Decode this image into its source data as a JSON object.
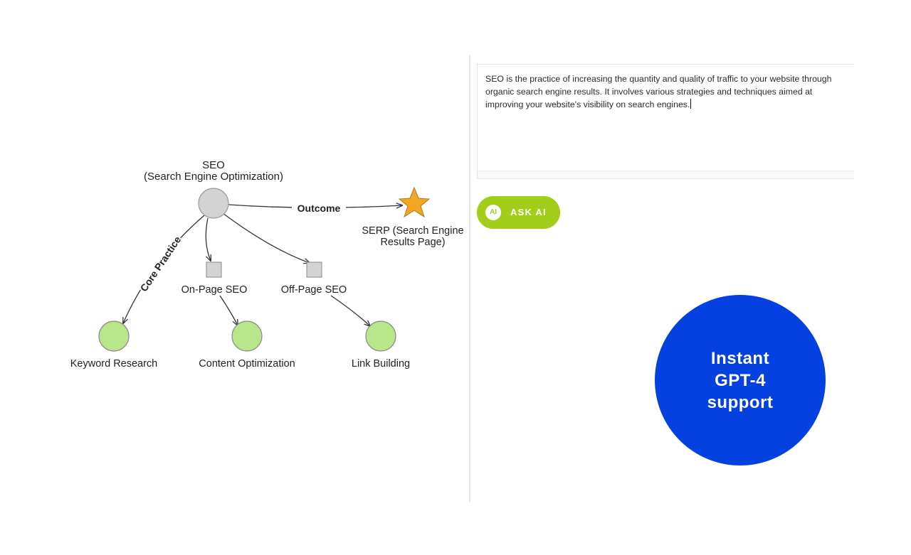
{
  "diagram": {
    "root": {
      "title": "SEO",
      "subtitle": "(Search Engine Optimization)"
    },
    "outcome_label": "Outcome",
    "core_label": "Core Practice",
    "serp": {
      "line1": "SERP (Search Engine",
      "line2": "Results Page)"
    },
    "onpage": "On-Page SEO",
    "offpage": "Off-Page SEO",
    "keyword": "Keyword Research",
    "content": "Content Optimization",
    "link": "Link Building",
    "colors": {
      "root": "#d3d3d3",
      "leaf": "#b8e68b",
      "star": "#f3a623",
      "square": "#d3d3d3"
    }
  },
  "editor": {
    "text": "SEO is the practice of increasing the quantity and quality of traffic to your website through organic search engine results. It involves various strategies and techniques aimed at improving your website's visibility on search engines."
  },
  "ask_ai": {
    "badge": "AI",
    "label": "ASK AI",
    "color": "#a3cd1b"
  },
  "promo": {
    "text": "Instant\nGPT-4\nsupport",
    "color": "#0540e0"
  }
}
